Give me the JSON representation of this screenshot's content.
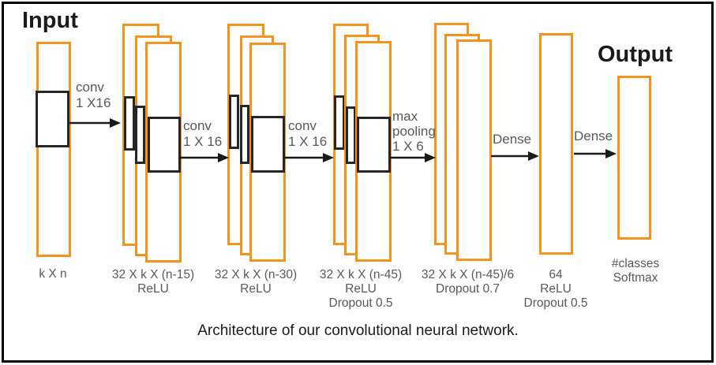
{
  "titles": {
    "input": "Input",
    "output": "Output"
  },
  "arrows": [
    {
      "name": "conv-1",
      "lines": [
        "conv",
        "1 X16"
      ]
    },
    {
      "name": "conv-2",
      "lines": [
        "conv",
        "1 X 16"
      ]
    },
    {
      "name": "conv-3",
      "lines": [
        "conv",
        "1 X 16"
      ]
    },
    {
      "name": "max-pooling",
      "lines": [
        "max",
        "pooling",
        "1 X 6"
      ]
    },
    {
      "name": "dense-1",
      "lines": [
        "Dense"
      ]
    },
    {
      "name": "dense-2",
      "lines": [
        "Dense"
      ]
    }
  ],
  "layers": [
    {
      "name": "input-layer",
      "lines": [
        "k X n"
      ]
    },
    {
      "name": "conv-layer-1",
      "lines": [
        "32 X k X (n-15)",
        "ReLU"
      ]
    },
    {
      "name": "conv-layer-2",
      "lines": [
        "32 X k X (n-30)",
        "ReLU"
      ]
    },
    {
      "name": "conv-layer-3",
      "lines": [
        "32 X k X (n-45)",
        "ReLU",
        "Dropout 0.5"
      ]
    },
    {
      "name": "pooling-layer",
      "lines": [
        "32 X k X (n-45)/6",
        "Dropout 0.7"
      ]
    },
    {
      "name": "dense-layer",
      "lines": [
        "64",
        "ReLU",
        "Dropout 0.5"
      ]
    },
    {
      "name": "output-layer",
      "lines": [
        "#classes",
        "Softmax"
      ]
    }
  ],
  "caption": "Architecture of our convolutional neural network.",
  "colors": {
    "layer_orange": "#F6921E",
    "kernel_black": "#262626",
    "label_gray": "#595959",
    "arrow_black": "#1a1a1a"
  }
}
